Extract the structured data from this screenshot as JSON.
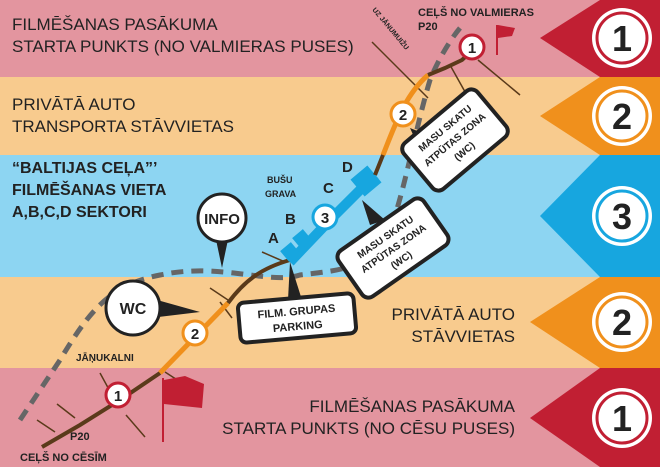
{
  "colors": {
    "pink": "#e3959f",
    "red": "#c11f33",
    "light_orange": "#f8cb8e",
    "orange": "#f0901c",
    "light_blue": "#8dd5f2",
    "blue": "#17a6df",
    "road": "#5a3a1a",
    "dashed_road": "#666666"
  },
  "bands": [
    {
      "number": "1",
      "label": "FILMĒŠANAS PASĀKUMA\nSTARTA PUNKTS (NO VALMIERAS PUSES)"
    },
    {
      "number": "2",
      "label": "PRIVĀTĀ AUTO\nTRANSPORTA STĀVVIETAS"
    },
    {
      "number": "3",
      "label": "“BALTIJAS CEĻA”’\nFILMĒŠANAS VIETA\nA,B,C,D SEKTORI"
    },
    {
      "number": "2",
      "label": "PRIVĀTĀ AUTO\nSTĀVVIETAS"
    },
    {
      "number": "1",
      "label": "FILMĒŠANAS PASĀKUMA\nSTARTA PUNKTS (NO CĒSU PUSES)"
    }
  ],
  "map": {
    "road_valmiera": "CEĻŠ NO VALMIERAS",
    "road_valmiera_code": "P20",
    "to_janumuiza": "UZ JĀNUMUIŽU",
    "road_cesis": "CEĻŠ NO CĒSĪM",
    "road_cesis_code": "P20",
    "janukalni": "JĀŅUKALNI",
    "busu_grava_1": "BUŠU",
    "busu_grava_2": "GRAVA",
    "sectors": [
      "A",
      "B",
      "C",
      "D"
    ],
    "info": "INFO",
    "wc": "WC",
    "rest_zone": [
      "MASU SKATU",
      "ATPŪTAS ZONA",
      "(WC)"
    ],
    "parking": [
      "FILM. GRUPAS",
      "PARKING"
    ],
    "markers": [
      "1",
      "2",
      "3",
      "2",
      "1"
    ]
  }
}
